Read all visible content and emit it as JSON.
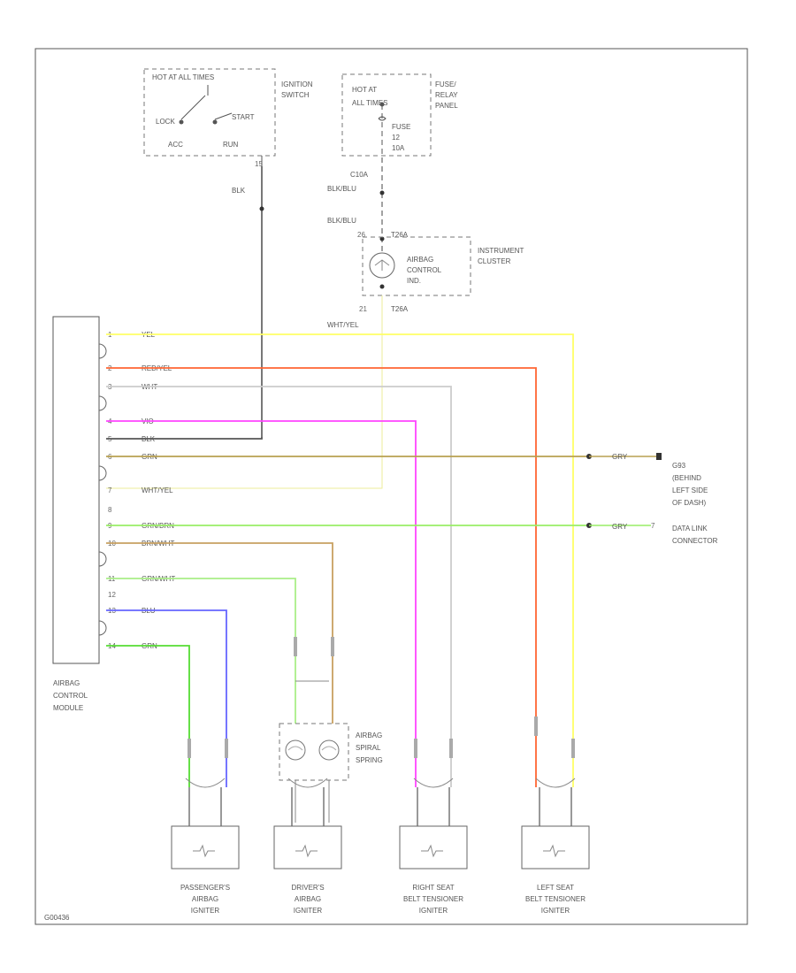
{
  "diagram_id": "G00436",
  "ignition_switch": {
    "title": "HOT AT ALL TIMES",
    "label_line1": "IGNITION",
    "label_line2": "SWITCH",
    "lock": "LOCK",
    "acc": "ACC",
    "run": "RUN",
    "start": "START",
    "terminal": "15"
  },
  "fuse_panel": {
    "hot_line1": "HOT AT",
    "hot_line2": "ALL TIMES",
    "label_line1": "FUSE/",
    "label_line2": "RELAY",
    "label_line3": "PANEL",
    "fuse_line1": "FUSE",
    "fuse_line2": "12",
    "fuse_line3": "10A"
  },
  "wires_top": {
    "blk": "BLK",
    "c10a": "C10A",
    "blk_blu1": "BLK/BLU",
    "blk_blu2": "BLK/BLU",
    "pin_26": "26",
    "t26a_top": "T26A",
    "pin_21": "21",
    "t26a_bottom": "T26A",
    "wht_yel": "WHT/YEL"
  },
  "instrument_cluster": {
    "label_line1": "INSTRUMENT",
    "label_line2": "CLUSTER",
    "lamp_line1": "AIRBAG",
    "lamp_line2": "CONTROL",
    "lamp_line3": "IND."
  },
  "airbag_module": {
    "label_line1": "AIRBAG",
    "label_line2": "CONTROL",
    "label_line3": "MODULE",
    "pins": [
      {
        "num": "1",
        "wire": "YEL"
      },
      {
        "num": "2",
        "wire": "RED/YEL"
      },
      {
        "num": "3",
        "wire": "WHT"
      },
      {
        "num": "4",
        "wire": "VIO"
      },
      {
        "num": "5",
        "wire": "BLK"
      },
      {
        "num": "6",
        "wire": "GRN"
      },
      {
        "num": "7",
        "wire": "WHT/YEL"
      },
      {
        "num": "8",
        "wire": ""
      },
      {
        "num": "9",
        "wire": "GRN/BRN"
      },
      {
        "num": "10",
        "wire": "BRN/WHT"
      },
      {
        "num": "11",
        "wire": "GRN/WHT"
      },
      {
        "num": "12",
        "wire": ""
      },
      {
        "num": "13",
        "wire": "BLU"
      },
      {
        "num": "14",
        "wire": "GRN"
      }
    ]
  },
  "right_side": {
    "gry1": "GRY",
    "gry2": "GRY",
    "g93_line1": "G93",
    "g93_line2": "(BEHIND",
    "g93_line3": "LEFT SIDE",
    "g93_line4": "OF DASH)",
    "dlc_line1": "DATA LINK",
    "dlc_line2": "CONNECTOR"
  },
  "spiral_spring": {
    "label_line1": "AIRBAG",
    "label_line2": "SPIRAL",
    "label_line3": "SPRING"
  },
  "ignitors": [
    {
      "line1": "PASSENGER'S",
      "line2": "AIRBAG",
      "line3": "IGNITER"
    },
    {
      "line1": "DRIVER'S",
      "line2": "AIRBAG",
      "line3": "IGNITER"
    },
    {
      "line1": "RIGHT SEAT",
      "line2": "BELT TENSIONER",
      "line3": "IGNITER"
    },
    {
      "line1": "LEFT SEAT",
      "line2": "BELT TENSIONER",
      "line3": "IGNITER"
    }
  ],
  "colors": {
    "yel": "#ffff66",
    "red_yel": "#ff6633",
    "wht": "#cccccc",
    "vio": "#ff44ff",
    "blk": "#555555",
    "grn_brn": "#b8a050",
    "wht_yel": "#eeee99",
    "grn_grn": "#99ee66",
    "brn_wht": "#c8a060",
    "grn_wht": "#aaee88",
    "blu": "#6666ff",
    "grn": "#55dd33"
  }
}
